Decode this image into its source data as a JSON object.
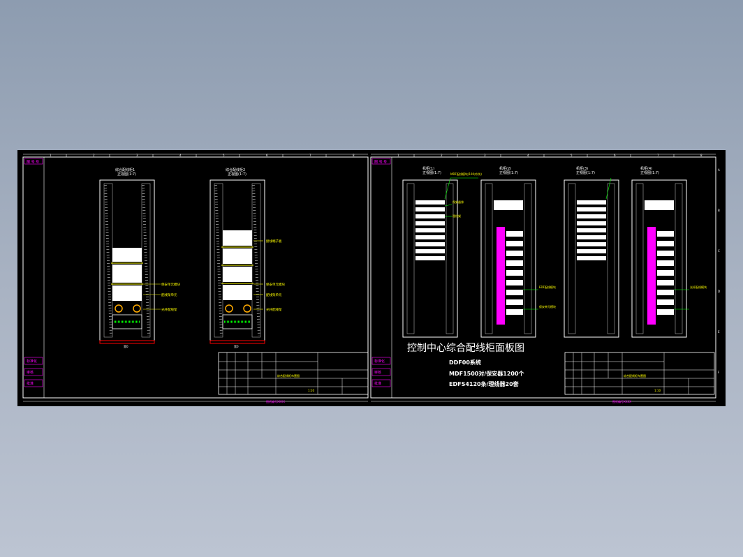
{
  "drawing": {
    "main_title": "控制中心综合配线柜面板图",
    "system_name": "DDF00系统",
    "line2": "MDF1500对/保安器1200个",
    "line3": "EDFS4120条/理线器20套"
  },
  "grid_labels": {
    "columns": [
      "1",
      "2",
      "3",
      "4",
      "5",
      "6",
      "7",
      "8"
    ],
    "rows": [
      "A",
      "B",
      "C",
      "D",
      "E",
      "F"
    ]
  },
  "left_sheet": {
    "corner_tag": "图 号 号",
    "cabinets": [
      {
        "title": "综合配线柜1",
        "subtitle": "正视图(1:7)",
        "base_label": "宽0"
      },
      {
        "title": "综合配线柜2",
        "subtitle": "正视图(1:7)",
        "base_label": "宽0"
      }
    ],
    "callouts_a": [
      "保安单元模块",
      "配线架单元",
      "光纤配线架"
    ],
    "callouts_b": [
      "接线端子板",
      "保安单元模块",
      "配线架单元",
      "光纤配线架"
    ],
    "title_block": {
      "drawing_name": "综合配线柜布置图",
      "scale": "1:10"
    },
    "margin_tags": [
      "标准化",
      "审核",
      "批准"
    ],
    "footer": "图纸编号XXXX"
  },
  "right_sheet": {
    "corner_tag": "图 号 号",
    "racks": [
      {
        "title": "机柜(1)",
        "subtitle": "正视图(1:7)"
      },
      {
        "title": "机柜(2)",
        "subtitle": "正视图(1:7)"
      },
      {
        "title": "机柜(3)",
        "subtitle": "正视图(1:7)"
      },
      {
        "title": "机柜(4)",
        "subtitle": "正视图(1:7)"
      }
    ],
    "callouts": [
      "MDF配线模块(100对/块)",
      "保安器排",
      "理线架",
      "EDF配线模块",
      "保安单元模块",
      "光纤配线模块"
    ],
    "title_block": {
      "drawing_name": "综合配线柜布置图",
      "scale": "1:10"
    },
    "margin_tags": [
      "标准化",
      "审核",
      "批准"
    ],
    "footer": "图纸编号XXXX"
  },
  "colors": {
    "frame": "#ffffff",
    "magenta": "#ff00ff",
    "yellow": "#ffff00",
    "green": "#00ff00",
    "cyan": "#00ffff",
    "red": "#ff0000"
  }
}
